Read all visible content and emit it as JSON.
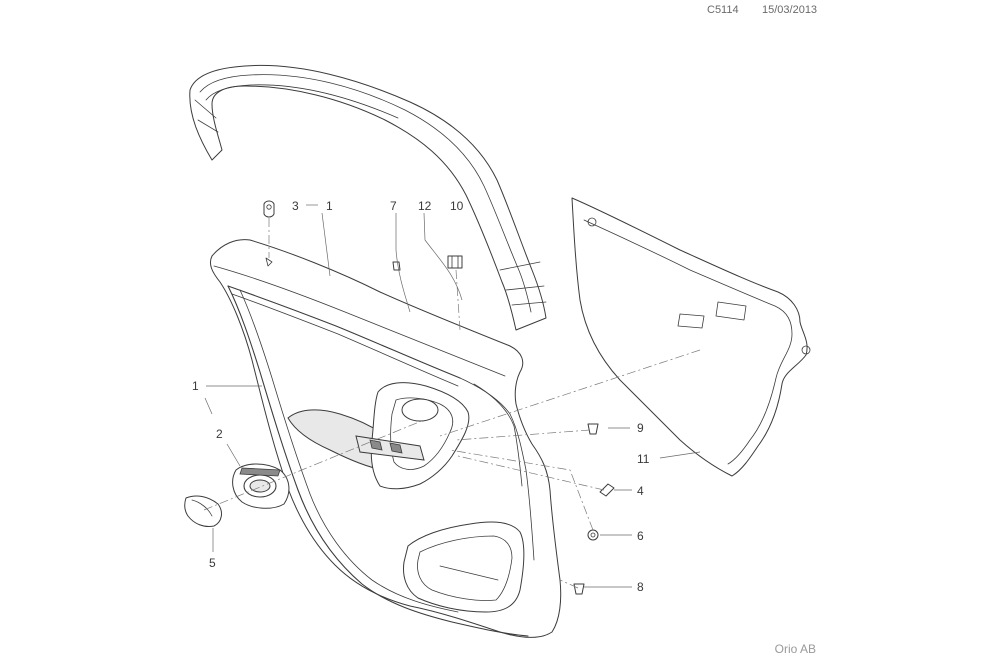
{
  "header": {
    "diagram_code": "C5114",
    "date": "15/03/2013"
  },
  "callouts": [
    {
      "id": "c1a",
      "label": "1"
    },
    {
      "id": "c1b",
      "label": "1"
    },
    {
      "id": "c2",
      "label": "2"
    },
    {
      "id": "c3",
      "label": "3"
    },
    {
      "id": "c4",
      "label": "4"
    },
    {
      "id": "c5",
      "label": "5"
    },
    {
      "id": "c6",
      "label": "6"
    },
    {
      "id": "c7",
      "label": "7"
    },
    {
      "id": "c8",
      "label": "8"
    },
    {
      "id": "c9",
      "label": "9"
    },
    {
      "id": "c10",
      "label": "10"
    },
    {
      "id": "c11",
      "label": "11"
    },
    {
      "id": "c12",
      "label": "12"
    }
  ],
  "footer": {
    "credit": "Orio AB"
  }
}
